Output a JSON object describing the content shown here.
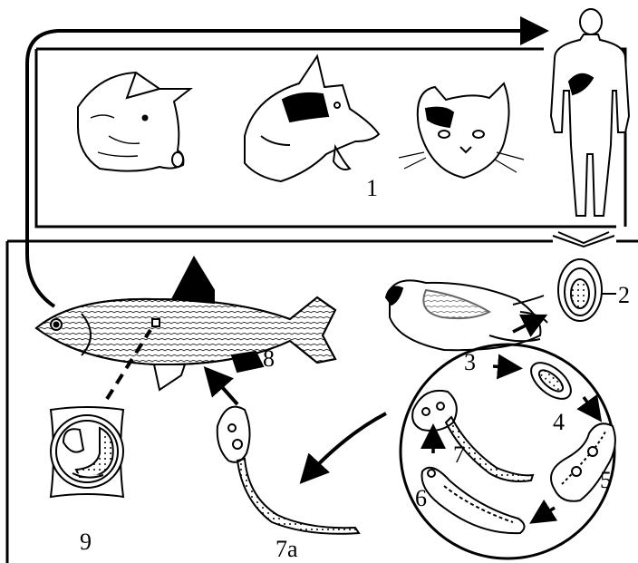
{
  "labels": {
    "l1": "1",
    "l2": "2",
    "l3": "3",
    "l4": "4",
    "l5": "5",
    "l6": "6",
    "l7": "7",
    "l7a": "7a",
    "l8": "8",
    "l9": "9"
  },
  "colors": {
    "ink": "#000000",
    "paper": "#ffffff",
    "shade": "#e6e6e6"
  }
}
